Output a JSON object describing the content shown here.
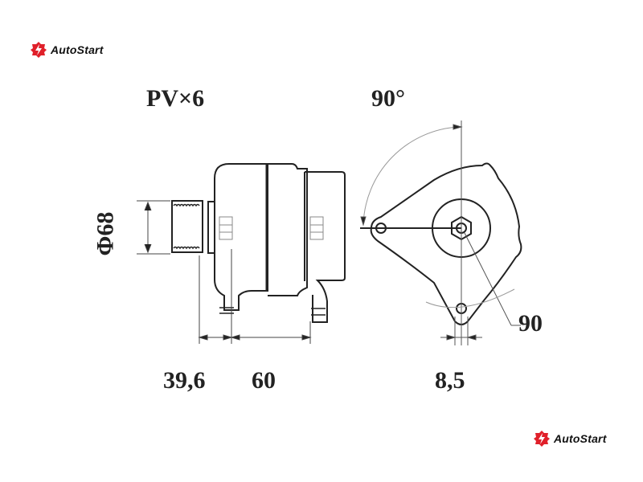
{
  "brand": {
    "name": "AutoStart",
    "color": "#e0202a"
  },
  "labels": {
    "belt": "PV×6",
    "angle": "90°",
    "pulley_diameter": "Φ68",
    "dim_flange": "39,6",
    "dim_mount": "60",
    "dim_hole": "8,5",
    "dim_radius": "90"
  }
}
